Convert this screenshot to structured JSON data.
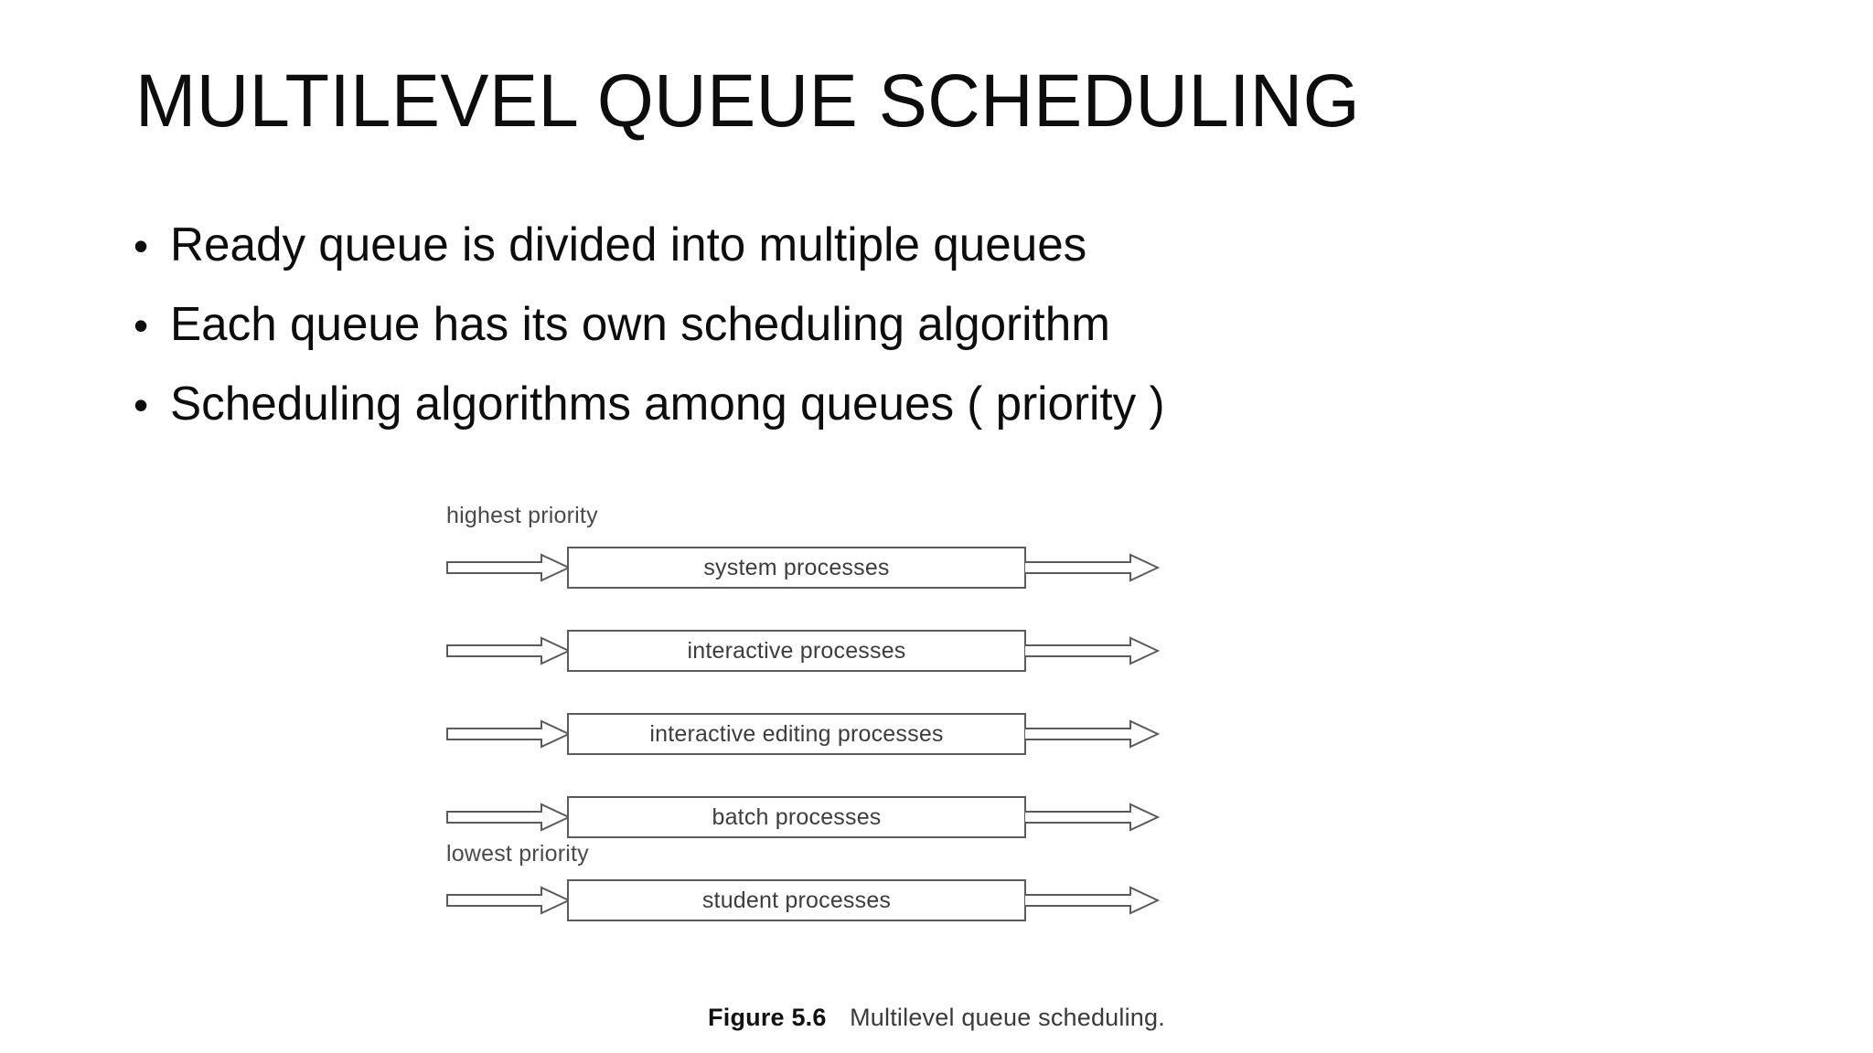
{
  "slide": {
    "title": "MULTILEVEL QUEUE SCHEDULING",
    "background_color": "#ffffff",
    "text_color": "#0d0d0d"
  },
  "bullets": [
    {
      "marker": "•",
      "text": "Ready queue is divided into multiple queues"
    },
    {
      "marker": "•",
      "text": "Each queue has its own scheduling algorithm"
    },
    {
      "marker": "•",
      "text": "Scheduling algorithms among queues ( priority )"
    }
  ],
  "figure": {
    "highest_priority_label": "highest priority",
    "lowest_priority_label": "lowest priority",
    "line_color": "#5b5b5b",
    "label_color": "#3d3d3d",
    "queues": [
      {
        "label": "system processes"
      },
      {
        "label": "interactive processes"
      },
      {
        "label": "interactive editing processes"
      },
      {
        "label": "batch processes"
      },
      {
        "label": "student processes"
      }
    ],
    "caption": {
      "label": "Figure 5.6",
      "text": "Multilevel queue scheduling."
    }
  }
}
